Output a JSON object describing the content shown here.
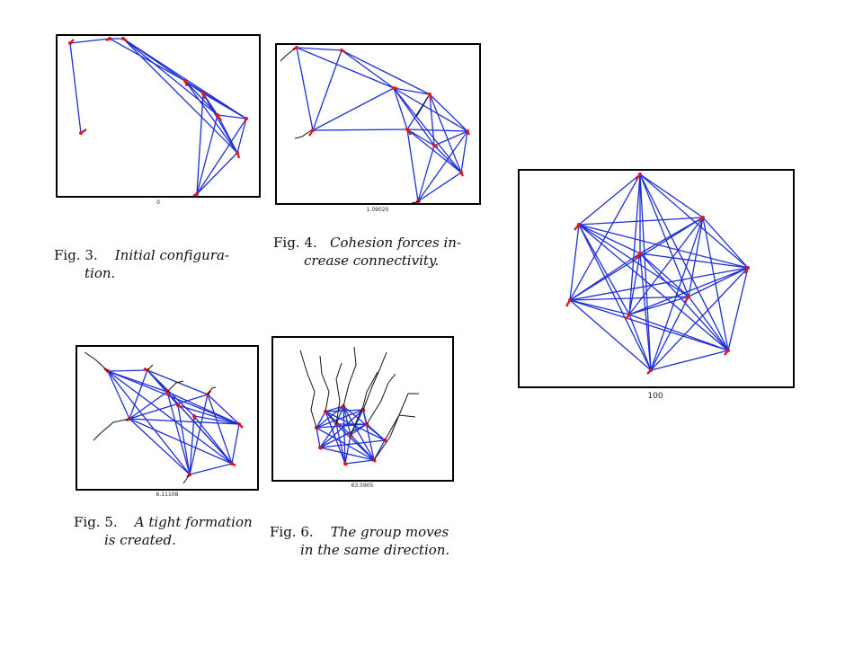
{
  "figures": [
    {
      "id": "fig3",
      "label": "Fig. 3.",
      "caption_line1": "Initial configura-",
      "caption_line2": "tion.",
      "tick": "0"
    },
    {
      "id": "fig4",
      "label": "Fig. 4.",
      "caption_line1": "Cohesion forces in-",
      "caption_line2": "crease connectivity.",
      "tick": "1.09020"
    },
    {
      "id": "fig5",
      "label": "Fig. 5.",
      "caption_line1": "A tight formation",
      "caption_line2": "is created.",
      "tick": "6.11108"
    },
    {
      "id": "fig6",
      "label": "Fig. 6.",
      "caption_line1": "The group moves",
      "caption_line2": "in the same direction.",
      "tick": "63.5905"
    },
    {
      "id": "fig7",
      "tick": "100"
    }
  ],
  "colors": {
    "edge": "#1f2fd6",
    "node": "#e01818",
    "trail": "#111111",
    "frame": "#000000"
  }
}
